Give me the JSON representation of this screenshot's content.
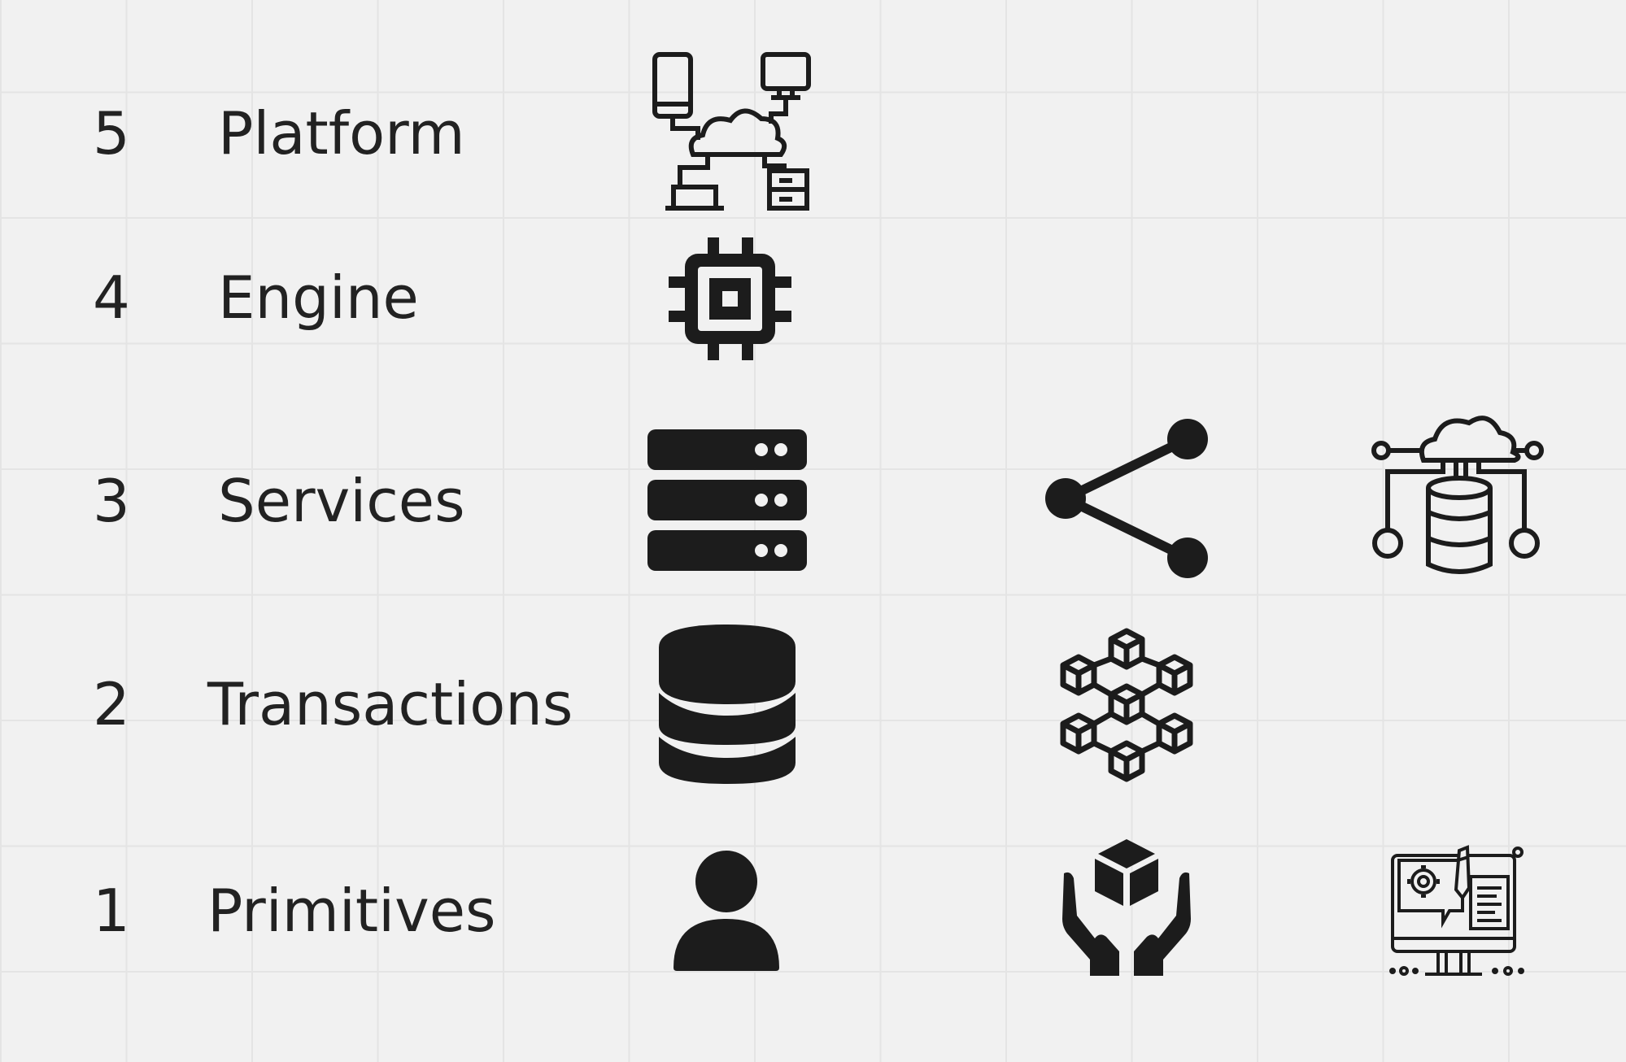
{
  "layers": [
    {
      "number": "5",
      "label": "Platform",
      "icons": [
        "cloud-network-devices-icon"
      ]
    },
    {
      "number": "4",
      "label": "Engine",
      "icons": [
        "cpu-chip-icon"
      ]
    },
    {
      "number": "3",
      "label": "Services",
      "icons": [
        "server-rack-icon",
        "share-nodes-icon",
        "cloud-database-network-icon"
      ]
    },
    {
      "number": "2",
      "label": "Transactions",
      "icons": [
        "database-icon",
        "blockchain-cubes-icon"
      ]
    },
    {
      "number": "1",
      "label": "Primitives",
      "icons": [
        "user-icon",
        "hands-holding-cube-icon",
        "computer-settings-design-icon"
      ]
    }
  ],
  "colors": {
    "background": "#f1f1f1",
    "grid": "#e4e4e4",
    "ink": "#1c1c1c"
  }
}
